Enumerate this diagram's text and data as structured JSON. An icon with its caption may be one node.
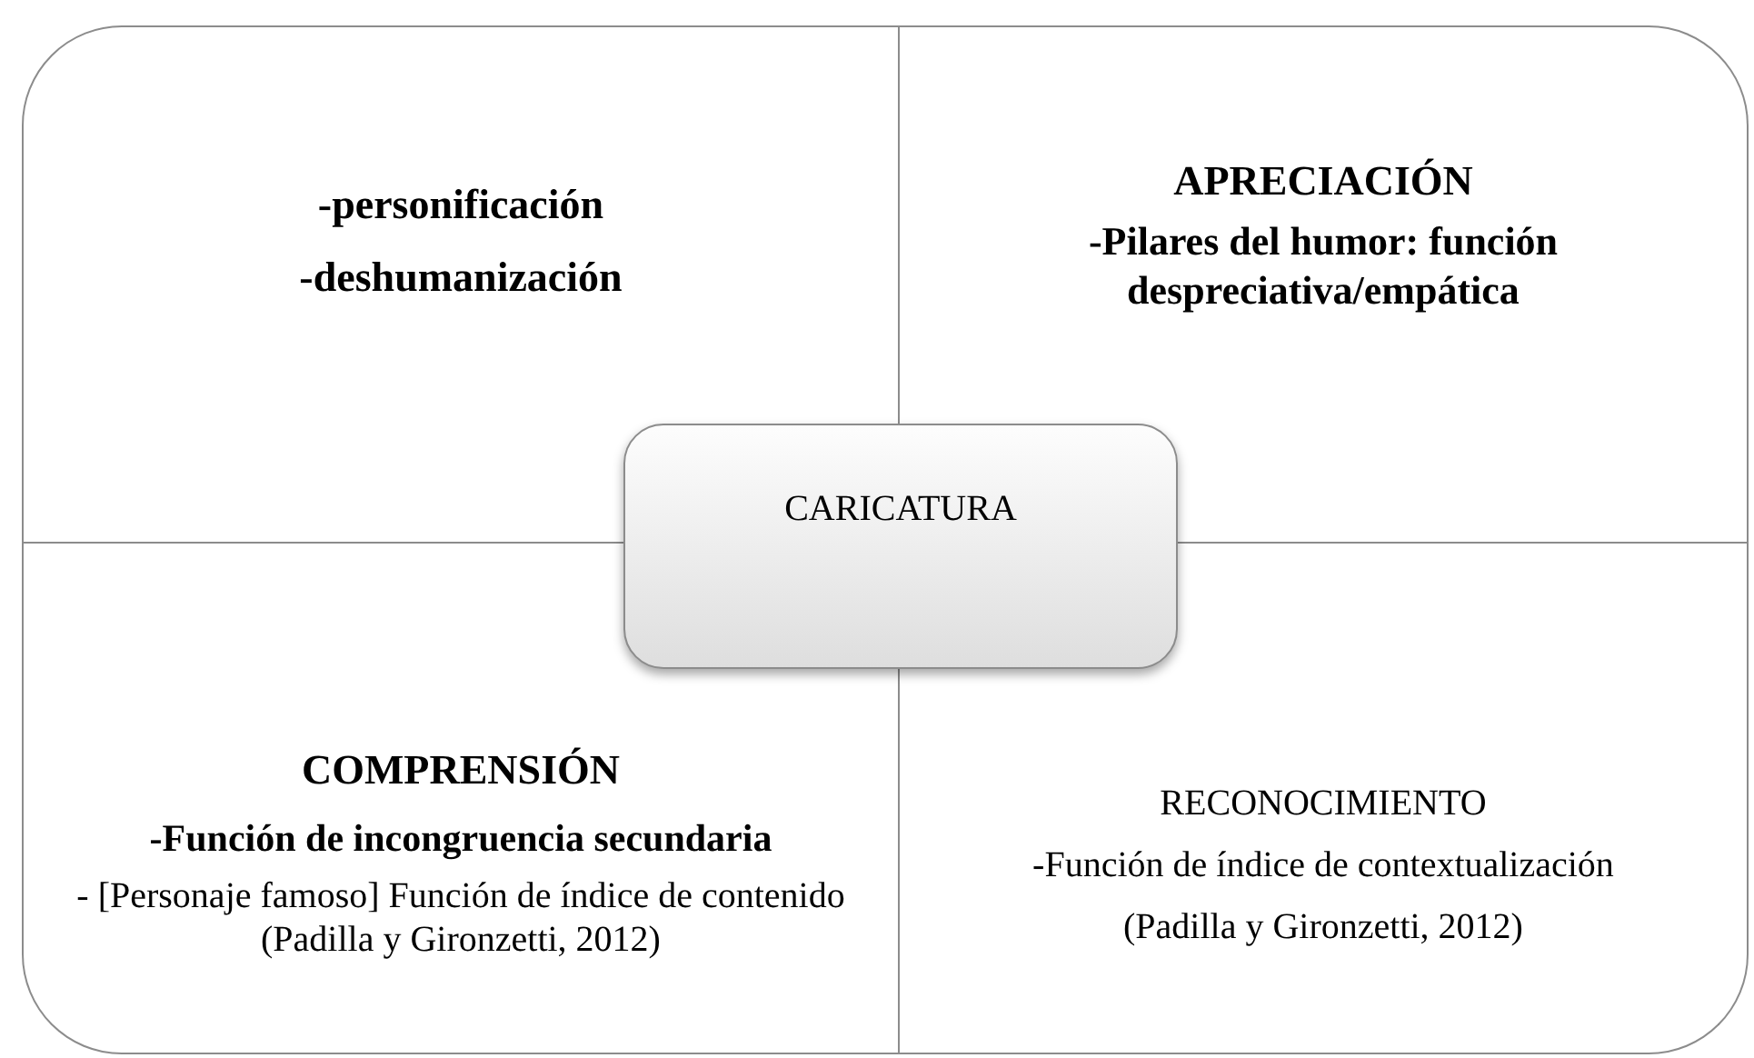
{
  "diagram": {
    "nodes": [
      {
        "text": [
          "-personificación",
          "-deshumanización"
        ]
      },
      {
        "text": [
          "APRECIACIÓN",
          "-Pilares del humor: función despreciativa/empática"
        ]
      },
      {
        "text": [
          "COMPRENSIÓN",
          "-Función de incongruencia secundaria",
          "- [Personaje famoso] Función de índice de contenido (Padilla y Gironzetti, 2012)"
        ]
      },
      {
        "text": [
          "RECONOCIMIENTO",
          "-Función de índice de contextualización",
          "(Padilla y Gironzetti, 2012)"
        ]
      },
      {
        "text": [
          "CARICATURA"
        ]
      }
    ]
  }
}
